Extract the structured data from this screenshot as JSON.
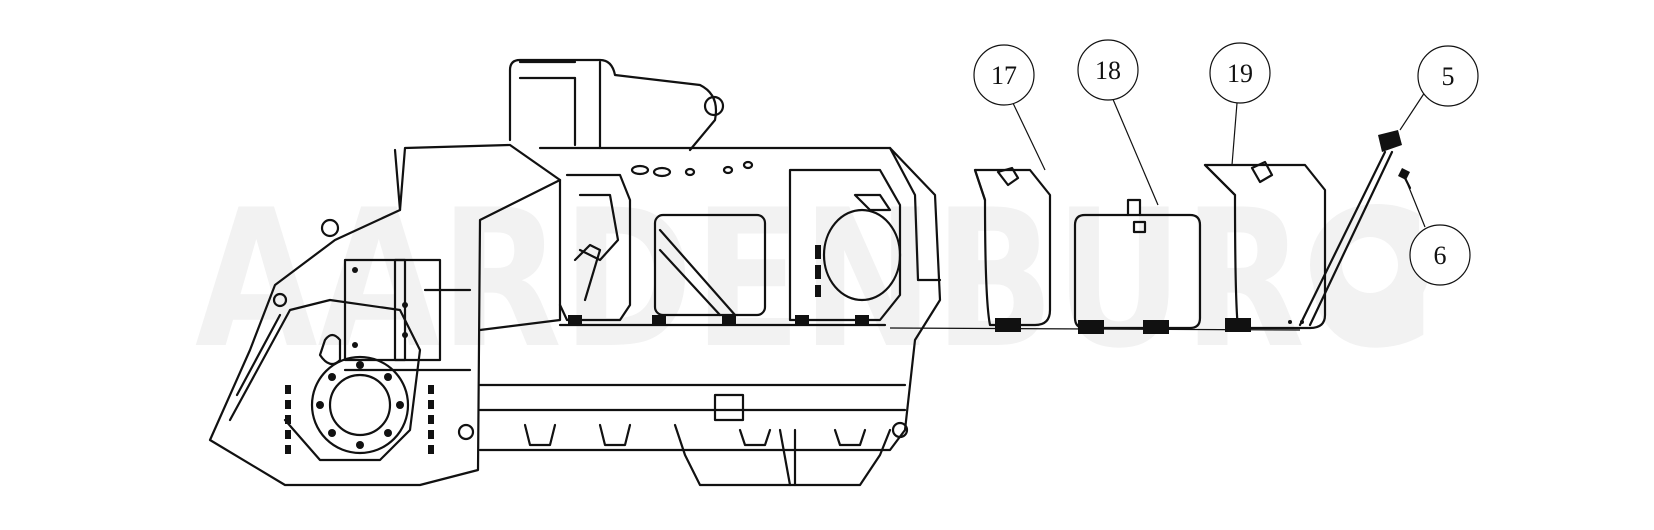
{
  "watermark": "AARDENBURG",
  "callouts": [
    {
      "id": "17",
      "label": "17"
    },
    {
      "id": "18",
      "label": "18"
    },
    {
      "id": "19",
      "label": "19"
    },
    {
      "id": "5",
      "label": "5"
    },
    {
      "id": "6",
      "label": "6"
    }
  ]
}
